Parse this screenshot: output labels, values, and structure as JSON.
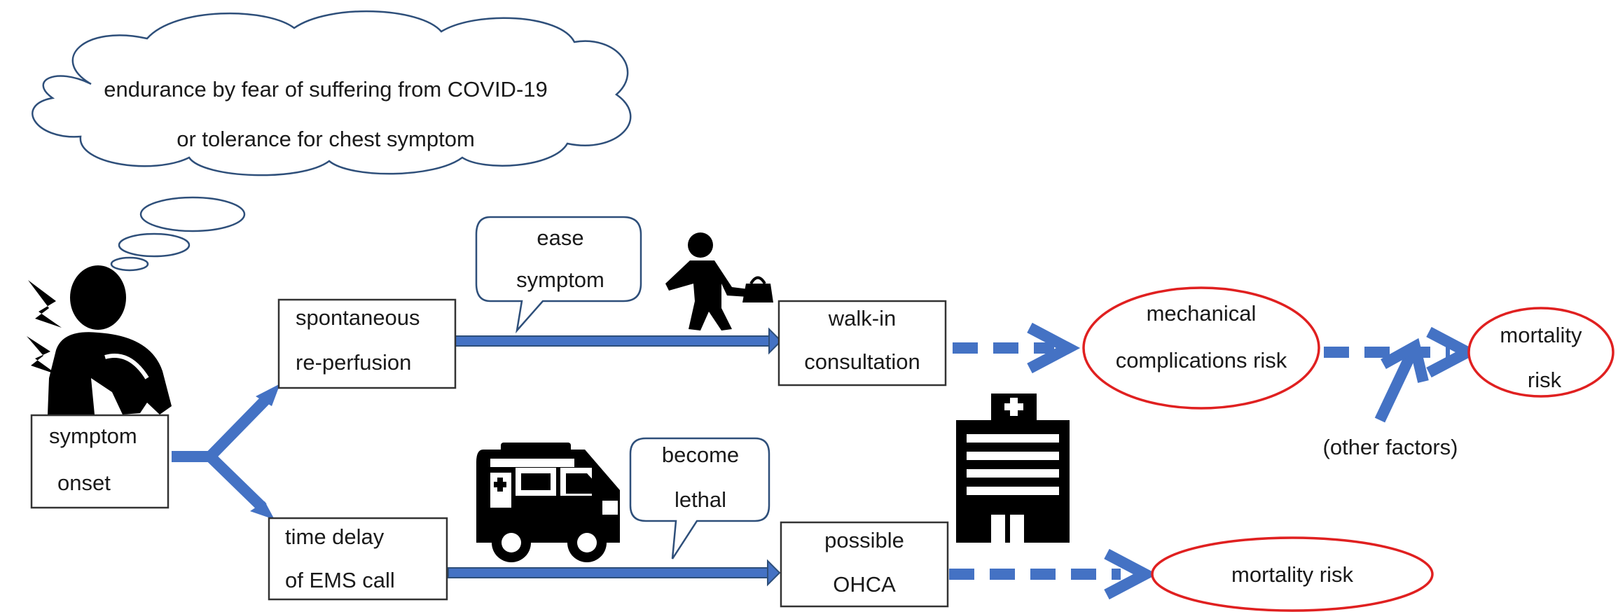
{
  "thought": {
    "line1": "endurance by fear of suffering from COVID-19",
    "line2": "or tolerance for chest symptom"
  },
  "symptom_onset": {
    "line1": "symptom",
    "line2": "onset"
  },
  "spontaneous": {
    "line1": "spontaneous",
    "line2": "re-perfusion"
  },
  "time_delay": {
    "line1": "time delay",
    "line2": "of EMS call"
  },
  "ease_bubble": {
    "line1": "ease",
    "line2": "symptom"
  },
  "lethal_bubble": {
    "line1": "become",
    "line2": "lethal"
  },
  "walk_in": {
    "line1": "walk-in",
    "line2": "consultation"
  },
  "ohca": {
    "line1": "possible",
    "line2": "OHCA"
  },
  "mechanical": {
    "line1": "mechanical",
    "line2": "complications risk"
  },
  "mortality_top": {
    "line1": "mortality",
    "line2": "risk"
  },
  "mortality_bottom": {
    "label": "mortality risk"
  },
  "other_factors": {
    "label": "(other factors)"
  },
  "icons": [
    "person-chest-pain-icon",
    "lightning-icon",
    "walking-person-icon",
    "ambulance-icon",
    "hospital-icon"
  ],
  "colors": {
    "arrow": "#4472c4",
    "risk_outline": "#e02020",
    "box_border": "#333333"
  }
}
